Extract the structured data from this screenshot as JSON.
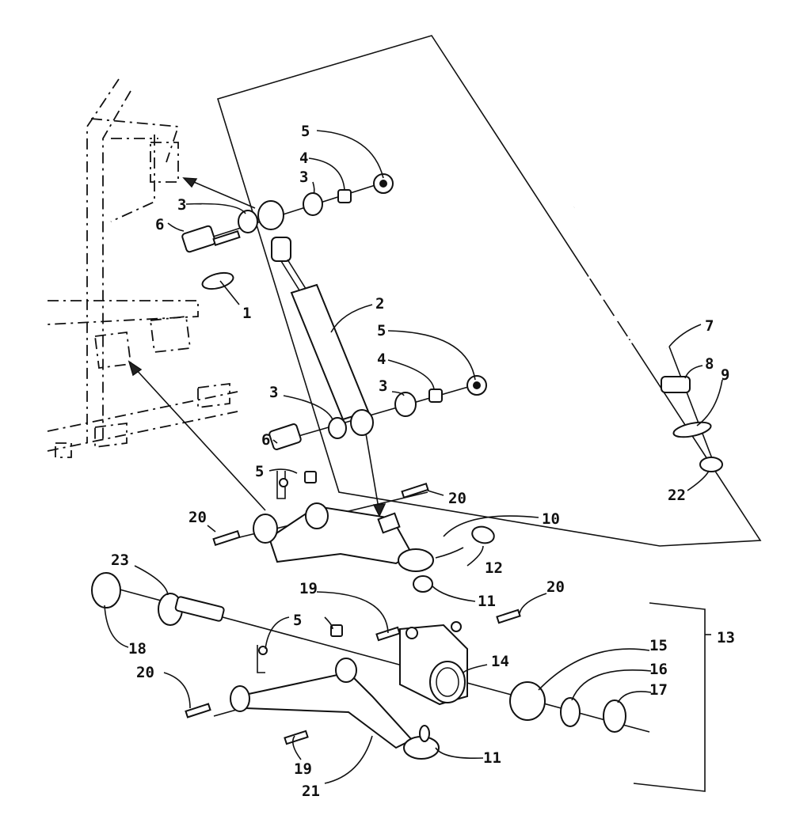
{
  "diagram": {
    "labels": {
      "l1": "1",
      "l2": "2",
      "l3a": "3",
      "l3b": "3",
      "l3c": "3",
      "l3d": "3",
      "l4a": "4",
      "l4b": "4",
      "l5a": "5",
      "l5b": "5",
      "l5c": "5",
      "l5d": "5",
      "l6a": "6",
      "l6b": "6",
      "l7": "7",
      "l8": "8",
      "l9": "9",
      "l10": "10",
      "l11a": "11",
      "l11b": "11",
      "l12": "12",
      "l13": "13",
      "l14": "14",
      "l15": "15",
      "l16": "16",
      "l17": "17",
      "l18": "18",
      "l19a": "19",
      "l19b": "19",
      "l20a": "20",
      "l20b": "20",
      "l20c": "20",
      "l20d": "20",
      "l21": "21",
      "l22": "22",
      "l23": "23"
    }
  }
}
